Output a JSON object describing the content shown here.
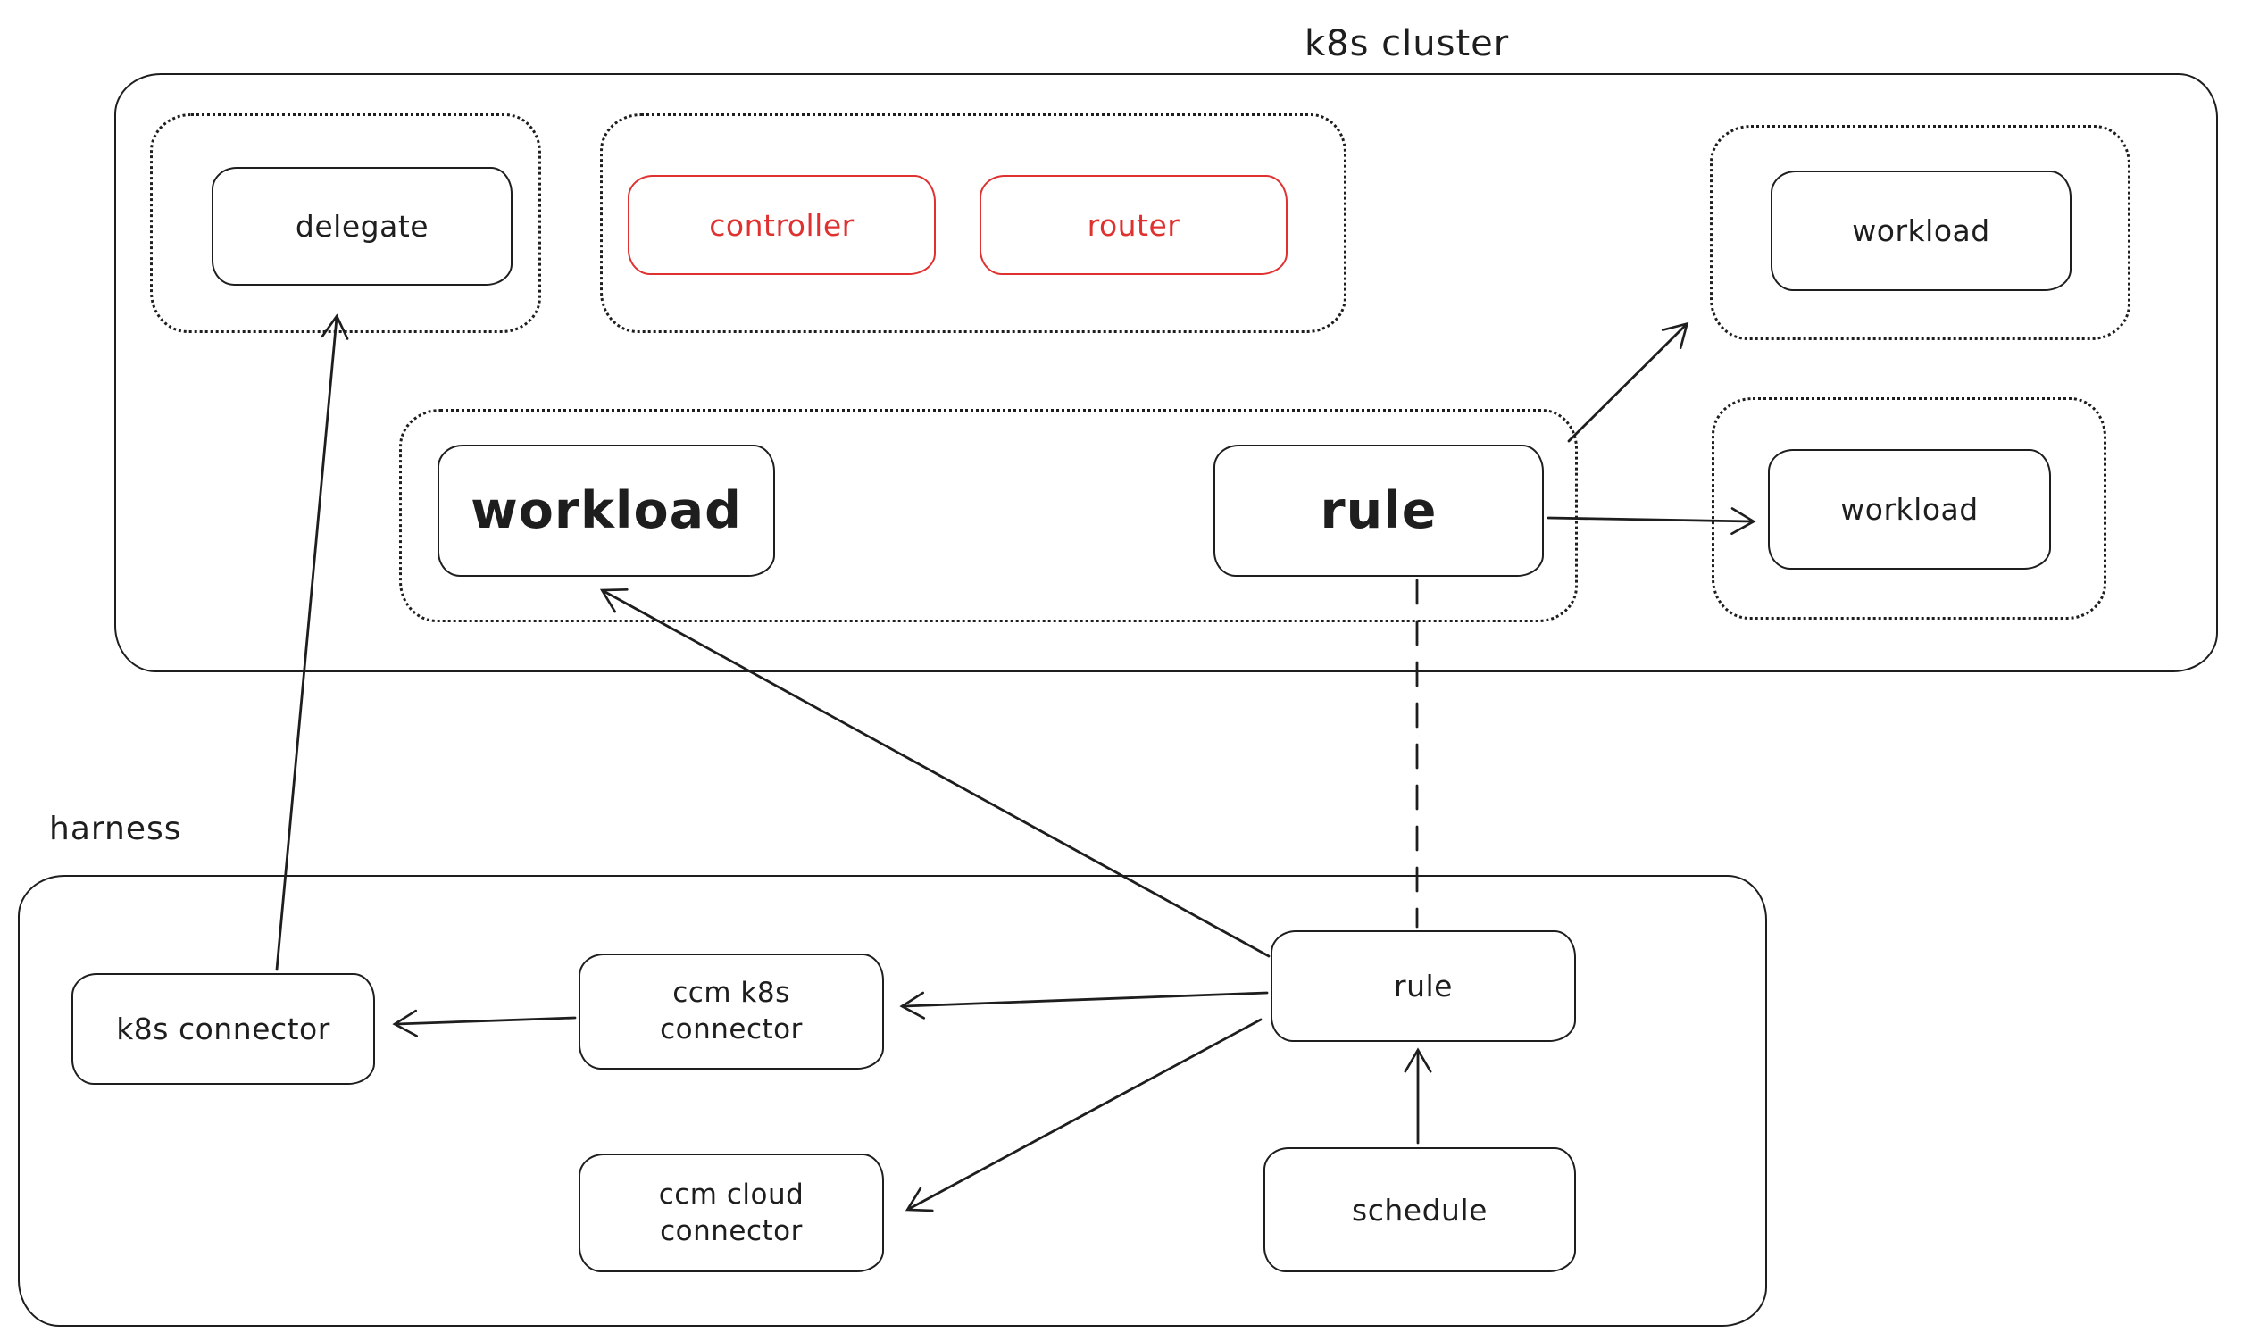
{
  "colors": {
    "ink": "#1e1e1e",
    "red": "#e03131",
    "bg": "#ffffff"
  },
  "diagram": {
    "cluster_label": "k8s cluster",
    "harness_label": "harness",
    "nodes": {
      "delegate": "delegate",
      "controller": "controller",
      "router": "router",
      "workload_top": "workload",
      "workload_mid": "workload",
      "rule_top": "rule",
      "workload_right": "workload",
      "k8s_connector": "k8s connector",
      "ccm_k8s_connector_line1": "ccm k8s",
      "ccm_k8s_connector_line2": "connector",
      "ccm_cloud_connector_line1": "ccm cloud",
      "ccm_cloud_connector_line2": "connector",
      "rule_bottom": "rule",
      "schedule": "schedule"
    }
  }
}
